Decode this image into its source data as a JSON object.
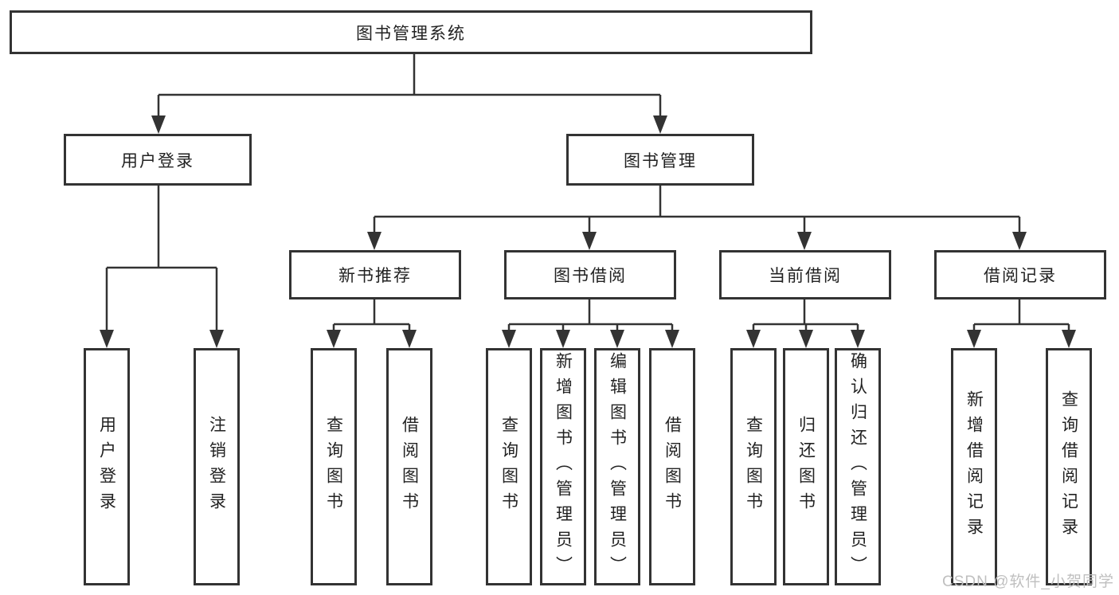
{
  "diagram": {
    "type": "tree",
    "root": {
      "label": "图书管理系统"
    },
    "level2": [
      {
        "label": "用户登录",
        "parent": "图书管理系统"
      },
      {
        "label": "图书管理",
        "parent": "图书管理系统"
      }
    ],
    "level3": [
      {
        "label": "新书推荐",
        "parent": "图书管理"
      },
      {
        "label": "图书借阅",
        "parent": "图书管理"
      },
      {
        "label": "当前借阅",
        "parent": "图书管理"
      },
      {
        "label": "借阅记录",
        "parent": "图书管理"
      }
    ],
    "leaves": [
      {
        "label": "用户登录",
        "parent": "用户登录"
      },
      {
        "label": "注销登录",
        "parent": "用户登录"
      },
      {
        "label": "查询图书",
        "parent": "新书推荐"
      },
      {
        "label": "借阅图书",
        "parent": "新书推荐"
      },
      {
        "label": "查询图书",
        "parent": "图书借阅"
      },
      {
        "label": "新增图书（管理员）",
        "parent": "图书借阅"
      },
      {
        "label": "编辑图书（管理员）",
        "parent": "图书借阅"
      },
      {
        "label": "借阅图书",
        "parent": "图书借阅"
      },
      {
        "label": "查询图书",
        "parent": "当前借阅"
      },
      {
        "label": "归还图书",
        "parent": "当前借阅"
      },
      {
        "label": "确认归还（管理员）",
        "parent": "当前借阅"
      },
      {
        "label": "新增借阅记录",
        "parent": "借阅记录"
      },
      {
        "label": "查询借阅记录",
        "parent": "借阅记录"
      }
    ]
  },
  "watermark": {
    "text": "CSDN @软件_小贺同学"
  },
  "colors": {
    "line": "#333333",
    "border": "#333333",
    "text": "#222222",
    "background": "#ffffff",
    "watermark": "#bfbfbf"
  }
}
